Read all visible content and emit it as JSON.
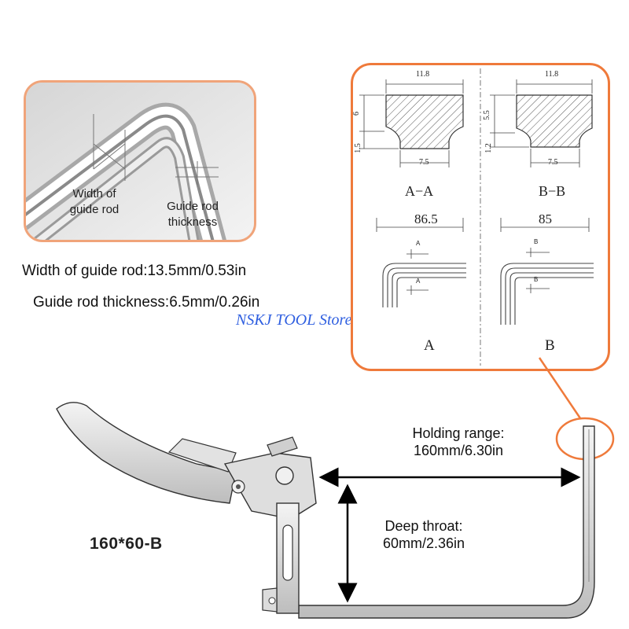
{
  "inset": {
    "width_label": "Width of guide rod",
    "thickness_label": "Guide rod thickness"
  },
  "specs": {
    "width": "Width of guide rod:13.5mm/0.53in",
    "thickness": "Guide rod thickness:6.5mm/0.26in"
  },
  "watermark": "NSKJ TOOL Store",
  "model": "160*60-B",
  "holding": {
    "label": "Holding range:",
    "value": "160mm/6.30in"
  },
  "throat": {
    "label": "Deep throat:",
    "value": "60mm/2.36in"
  },
  "sections": {
    "a": {
      "top_width": "11.8",
      "height": "6",
      "lip": "1.5",
      "bottom_width": "7.5",
      "title": "A−A",
      "length": "86.5",
      "cut_mark": "A",
      "label": "A"
    },
    "b": {
      "top_width": "11.8",
      "height": "5.5",
      "lip": "1.2",
      "bottom_width": "7.5",
      "title": "B−B",
      "length": "85",
      "cut_mark": "B",
      "label": "B"
    }
  },
  "colors": {
    "accent_orange": "#ef7a3b",
    "inset_border": "#f0a47a",
    "watermark_blue": "#2f5fe0",
    "arrow_black": "#000000"
  }
}
